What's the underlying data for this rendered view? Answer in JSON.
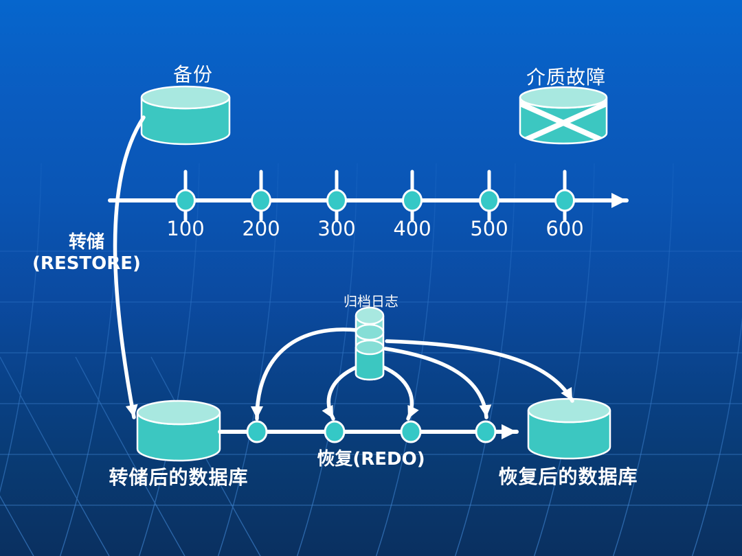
{
  "slide": {
    "labels": {
      "backup": "备份",
      "media_failure": "介质故障",
      "restore_line1": "转储",
      "restore_line2": "(RESTORE)",
      "archive_log": "归档日志",
      "redo": "恢复(REDO)",
      "restored_db": "转储后的数据库",
      "recovered_db": "恢复后的数据库"
    },
    "timeline": {
      "tick_labels": [
        "100",
        "200",
        "300",
        "400",
        "500",
        "600"
      ]
    }
  },
  "colors": {
    "background_top": "#0666cd",
    "background_bottom": "#0a3060",
    "grid_line": "#4b94e4",
    "cylinder_body": "#3cc7c1",
    "cylinder_top": "#a8e8e0",
    "stack_light": "#85ded6",
    "node_fill": "#35c8c6",
    "line_color": "#ffffff"
  }
}
